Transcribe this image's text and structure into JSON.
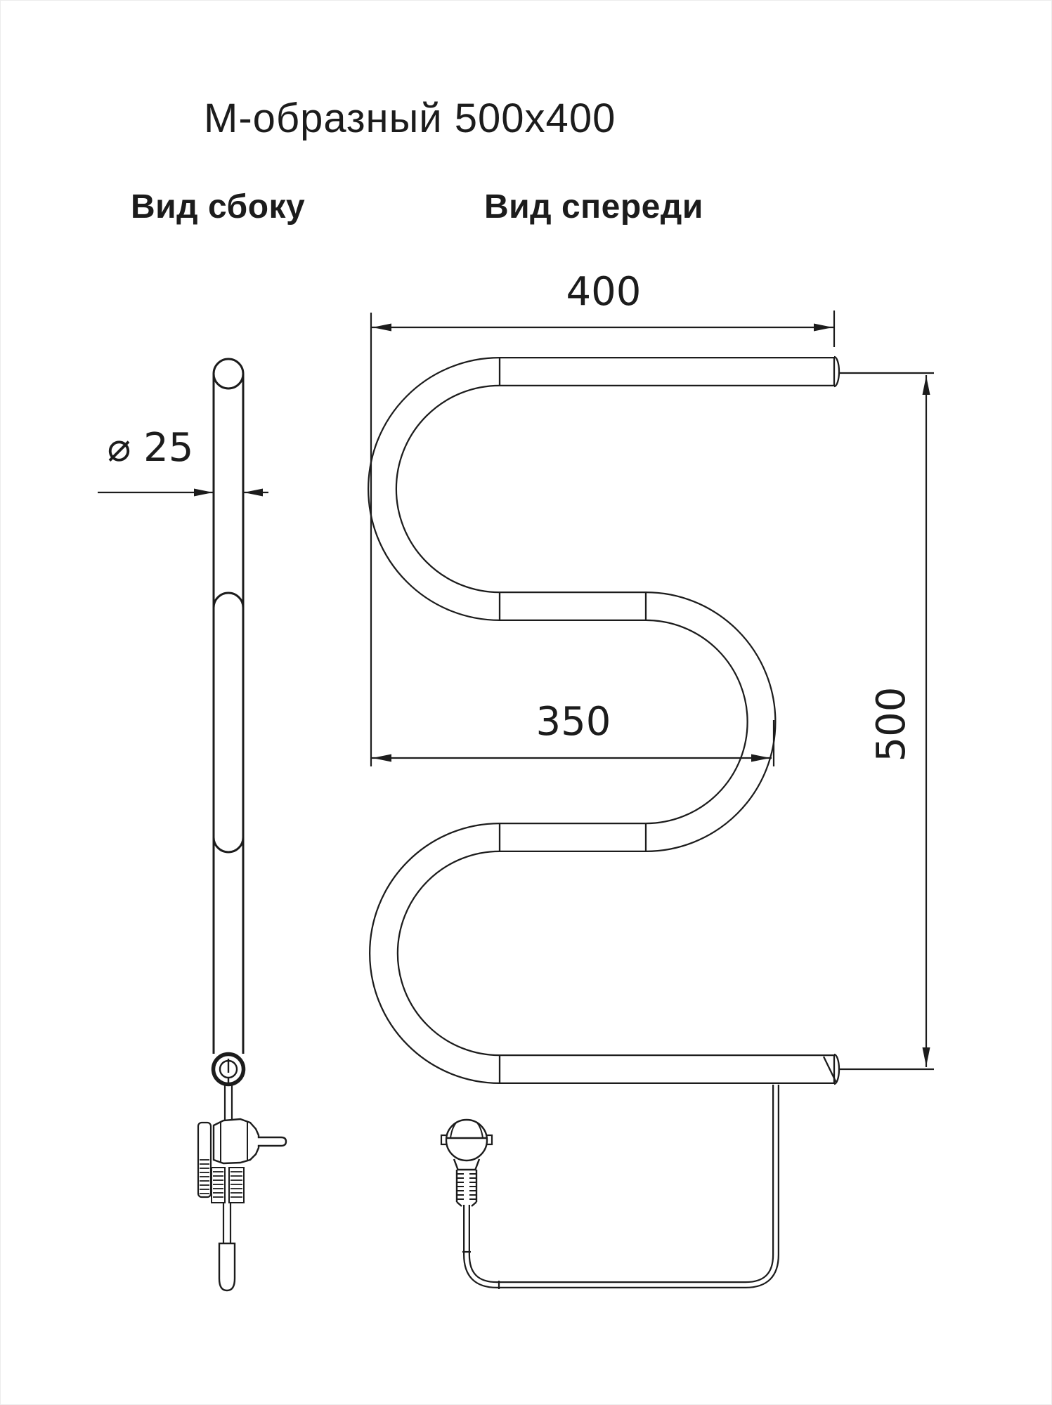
{
  "title": "М-образный 500x400",
  "views": {
    "side": {
      "label": "Вид сбоку"
    },
    "front": {
      "label": "Вид спереди"
    }
  },
  "dimensions": {
    "top_width": "400",
    "middle_width": "350",
    "height": "500",
    "pipe_diameter": "⌀ 25"
  },
  "colors": {
    "line": "#1c1c1c",
    "background": "#ffffff"
  }
}
